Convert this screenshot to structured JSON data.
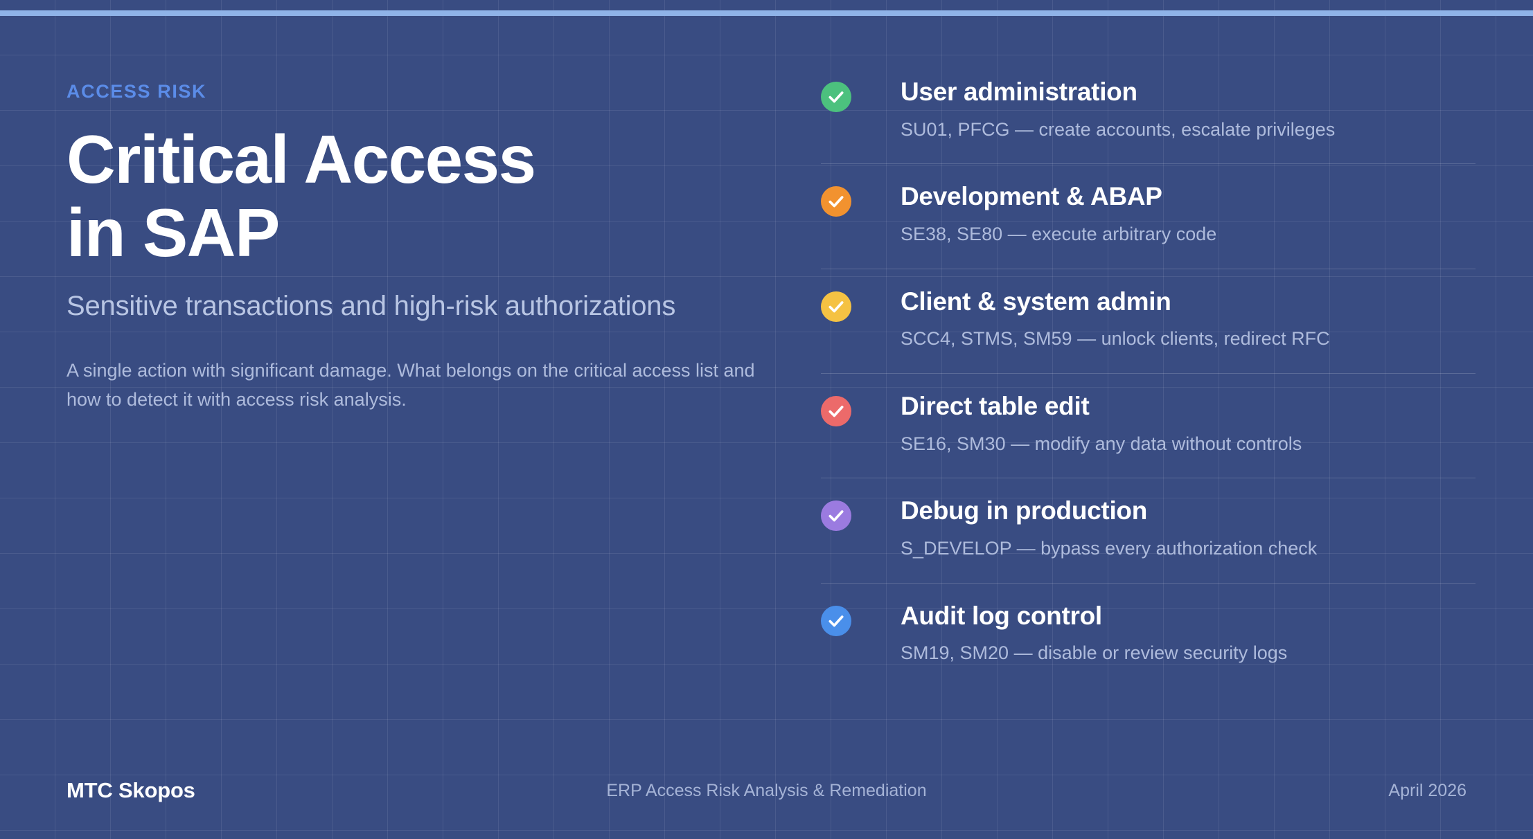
{
  "theme": {
    "background": "#394C82",
    "grid_line": "rgba(255,255,255,0.085)",
    "accent_bar": "#8FB3E8",
    "eyebrow_color": "#5B8CE8",
    "title_color": "#FFFFFF",
    "muted_text": "#AEBBDC"
  },
  "hero": {
    "eyebrow": "ACCESS RISK",
    "headline": "Critical Access\nin SAP",
    "subhead": "Sensitive transactions and high-risk authorizations",
    "lede": "A single action with significant damage. What belongs on the critical access list and how to detect it with access risk analysis."
  },
  "risks": [
    {
      "title": "User administration",
      "desc": "SU01, PFCG — create accounts, escalate privileges",
      "icon": "check-circle-icon",
      "color": "#4CC17E"
    },
    {
      "title": "Development & ABAP",
      "desc": "SE38, SE80 — execute arbitrary code",
      "icon": "check-circle-icon",
      "color": "#F2922F"
    },
    {
      "title": "Client & system admin",
      "desc": "SCC4, STMS, SM59 — unlock clients, redirect RFC",
      "icon": "check-circle-icon",
      "color": "#F5C243"
    },
    {
      "title": "Direct table edit",
      "desc": "SE16, SM30 — modify any data without controls",
      "icon": "check-circle-icon",
      "color": "#EC6A6A"
    },
    {
      "title": "Debug in production",
      "desc": "S_DEVELOP — bypass every authorization check",
      "icon": "check-circle-icon",
      "color": "#9B7BE0"
    },
    {
      "title": "Audit log control",
      "desc": "SM19, SM20 — disable or review security logs",
      "icon": "check-circle-icon",
      "color": "#4A8FEA"
    }
  ],
  "footer": {
    "brand": "MTC Skopos",
    "center": "ERP Access Risk Analysis & Remediation",
    "date": "April 2026"
  }
}
